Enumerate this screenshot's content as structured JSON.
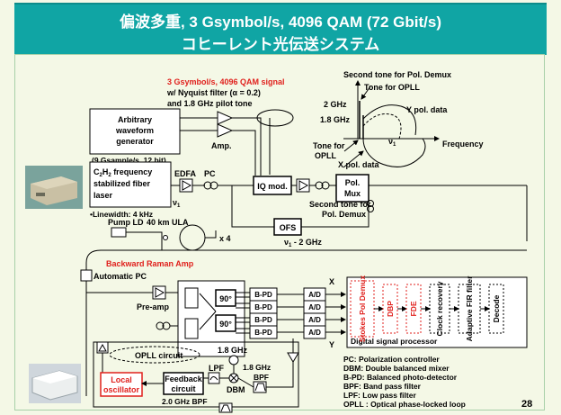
{
  "title": {
    "line1": "偏波多重, 3 Gsymbol/s, 4096 QAM (72 Gbit/s)",
    "line2": "コヒーレント光伝送システム"
  },
  "signal_note": {
    "line1": "3 Gsymbol/s, 4096 QAM signal",
    "line2a": "w/ Nyquist filter (",
    "alpha": "α",
    "line2b": " = 0.2)",
    "line3": "and 1.8 GHz pilot tone"
  },
  "awg": {
    "line1": "Arbitrary",
    "line2": "waveform",
    "line3": "generator",
    "spec": "(9 Gsample/s, 12 bit)"
  },
  "amp": "Amp.",
  "laser": {
    "formula_c": "C",
    "formula_sub1": "2",
    "formula_h": "H",
    "formula_sub2": "2",
    "line1_rest": " frequency",
    "line2": "stabilized fiber",
    "line3": "laser",
    "linewidth": "•Linewidth: 4 kHz"
  },
  "nu1": {
    "symbol": "ν",
    "sub": "1"
  },
  "edfa": "EDFA",
  "pc": "PC",
  "iq_mod": "IQ mod.",
  "pol_mux": {
    "line1": "Pol.",
    "line2": "Mux"
  },
  "ofs": "OFS",
  "ofs_note": {
    "symbol": "ν",
    "sub": "1",
    "rest": " - 2 GHz"
  },
  "second_tone_demux_mid": {
    "line1": "Second tone for",
    "line2": "Pol. Demux"
  },
  "spectrum": {
    "second_tone": "Second tone for Pol. Demux",
    "tone_opll_top": "Tone for OPLL",
    "f2": "2 GHz",
    "f18": "1.8 GHz",
    "y_pol": "Y pol. data",
    "x_pol": "X pol. data",
    "tone_opll_left1": "Tone for",
    "tone_opll_left2": "OPLL",
    "frequency": "Frequency",
    "nu1": "ν",
    "nu1_sub": "1"
  },
  "span": {
    "pump": "Pump LD",
    "fiber": "40 km ULA",
    "times": "x 4",
    "raman": "Backward Raman Amp"
  },
  "rx": {
    "auto_pc": "Automatic PC",
    "preamp": "Pre-amp",
    "hybrid": [
      "90°",
      "90°"
    ],
    "bpd": [
      "B-PD",
      "B-PD",
      "B-PD",
      "B-PD"
    ],
    "ad": [
      "A/D",
      "A/D",
      "A/D",
      "A/D"
    ],
    "x": "X",
    "y": "Y"
  },
  "dsp": {
    "blocks": [
      "Stokes Pol Demux",
      "DBP",
      "FDE",
      "Clock recovery",
      "Adaptive FIR filter",
      "Decode"
    ],
    "label": "Digital signal processor"
  },
  "opll": {
    "circuit": "OPLL circuit",
    "f18": "1.8 GHz",
    "bpf_f": "1.8 GHz",
    "bpf": "BPF",
    "lpf": "LPF",
    "dbm": "DBM",
    "feedback1": "Feedback",
    "feedback2": "circuit",
    "local1": "Local",
    "local2": "oscillator",
    "bpf2": "2.0 GHz BPF"
  },
  "legend": [
    "PC: Polarization controller",
    "DBM: Double balanced mixer",
    "B-PD: Balanced photo-detector",
    "BPF: Band pass filter",
    "LPF:  Low pass filter",
    "OPLL : Optical phase-locked loop"
  ],
  "page_number": "28",
  "colors": {
    "title_bg": "#10a5a4",
    "slide_bg": "#f4f8e6",
    "red": "#e0201c",
    "dsp_red": "#e0201c"
  }
}
